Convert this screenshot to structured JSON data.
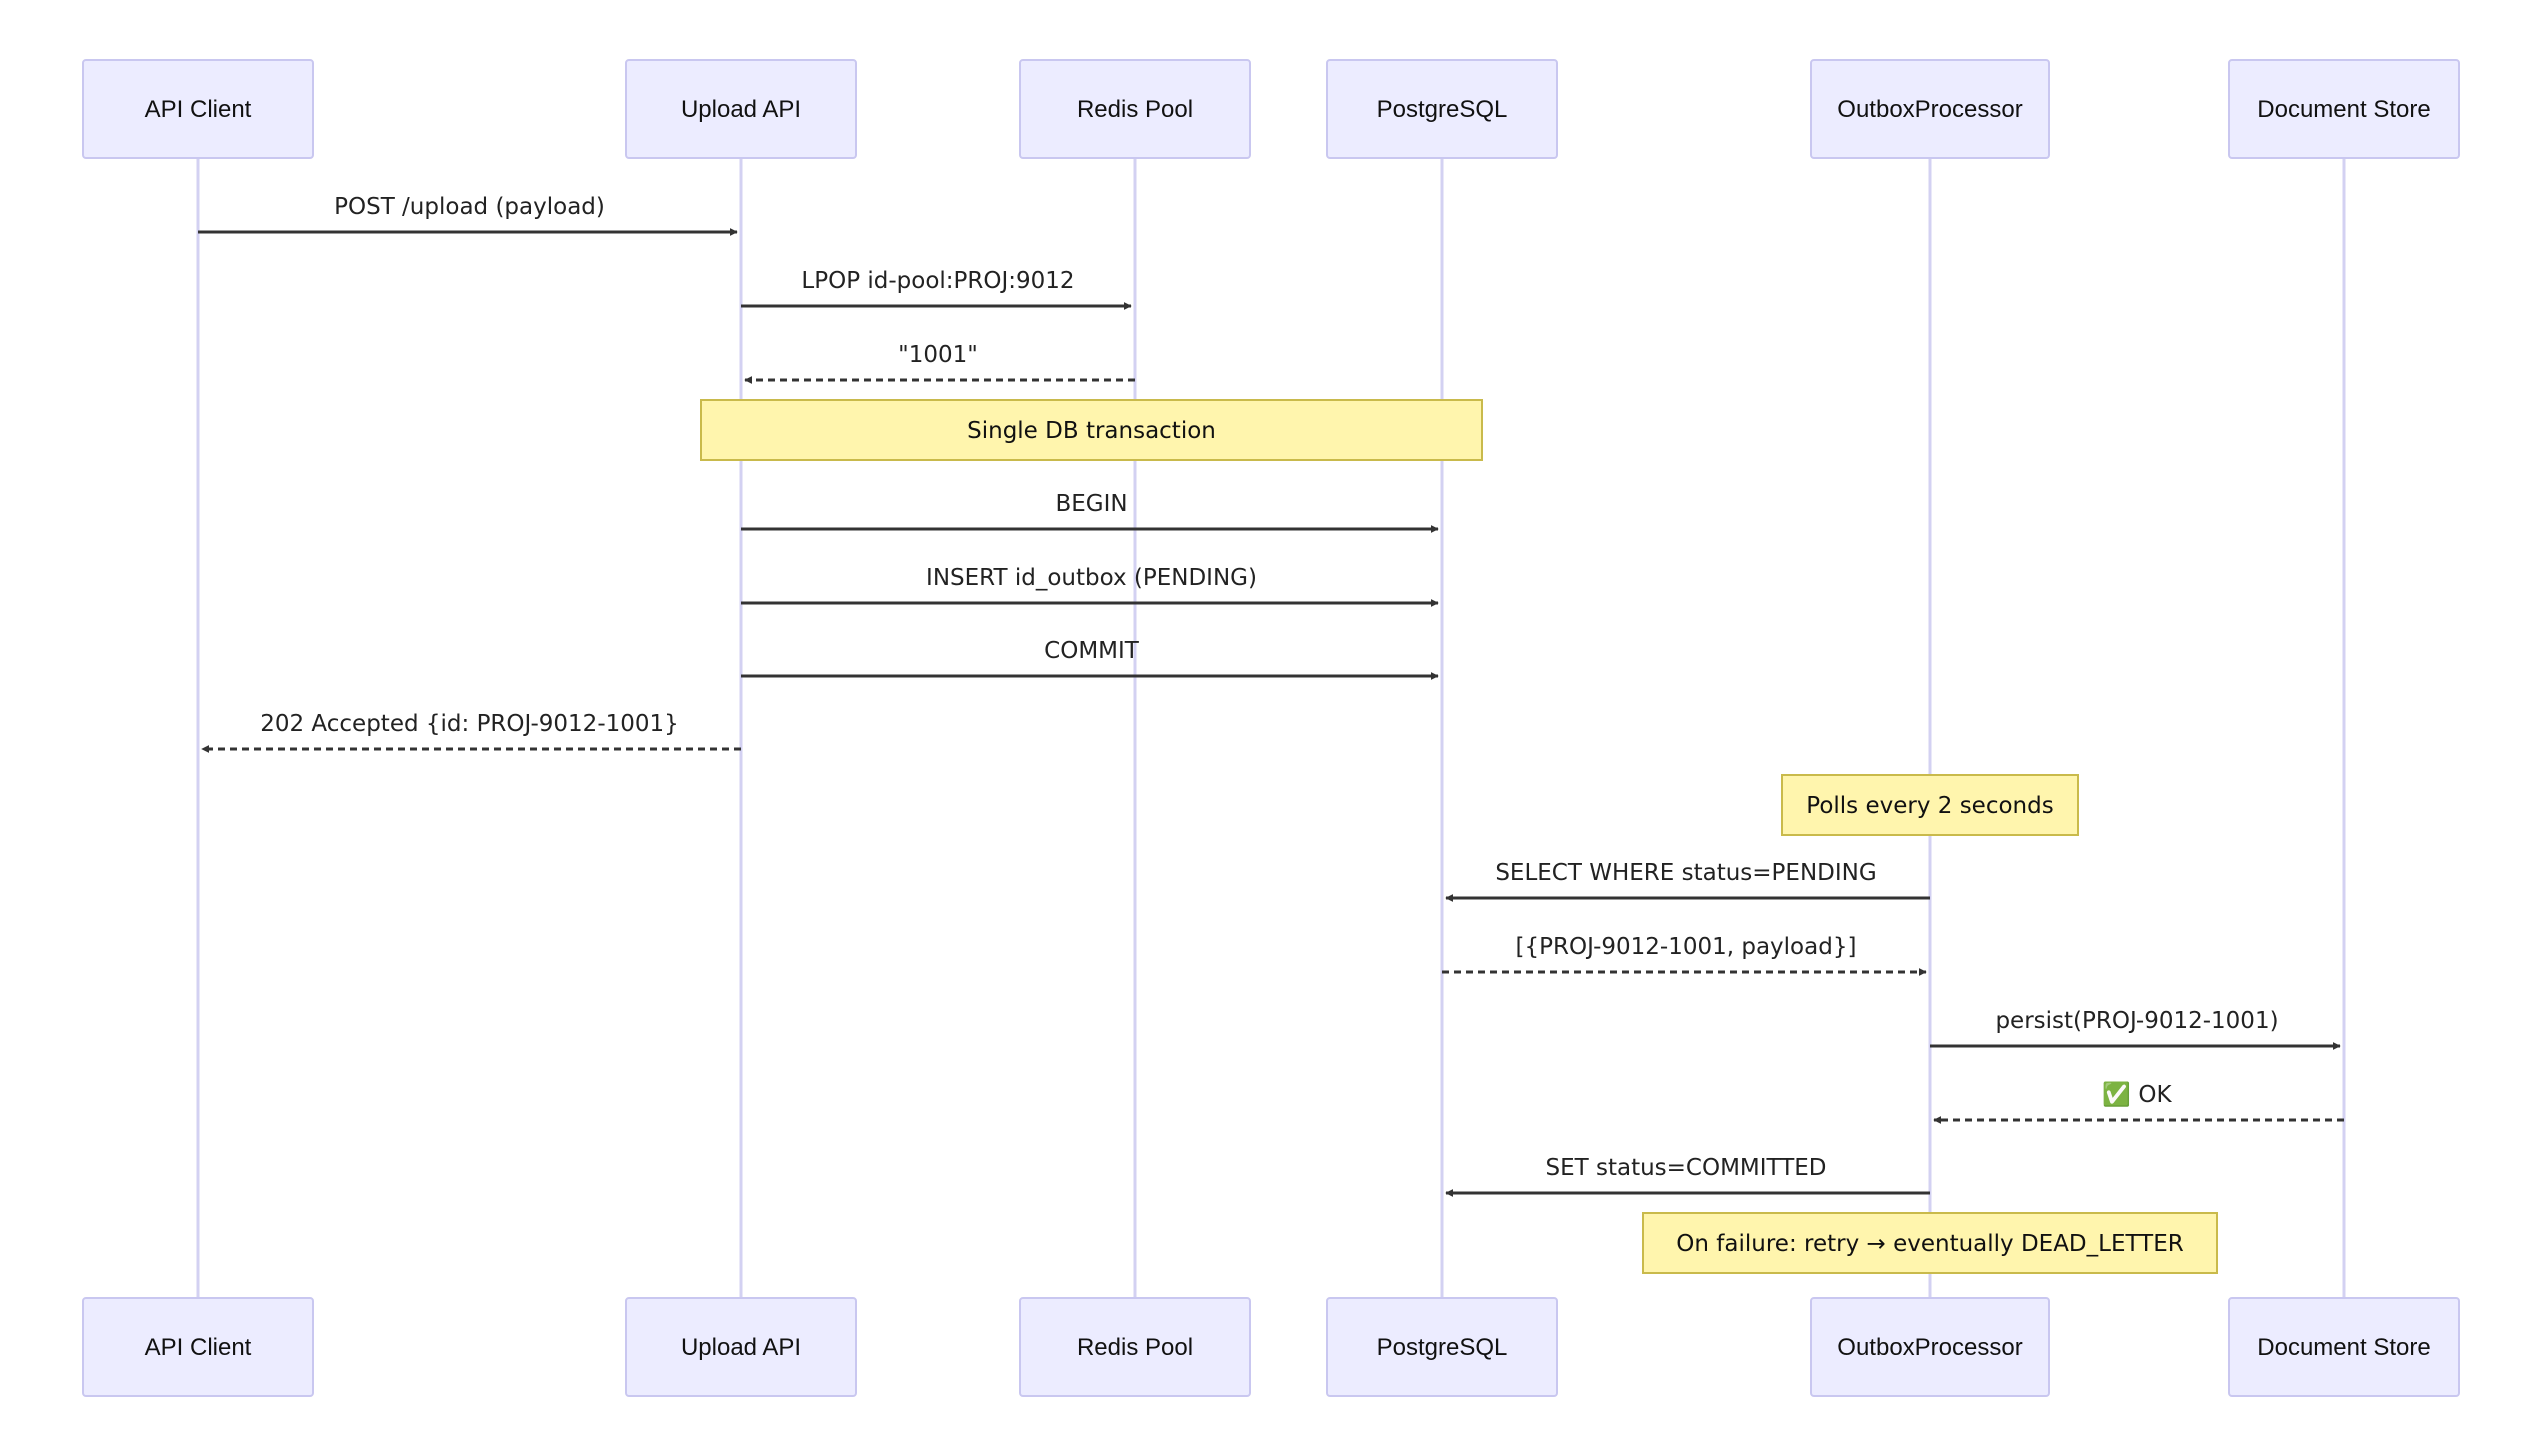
{
  "diagram": {
    "type": "sequence",
    "participants": [
      {
        "id": "client",
        "label": "API Client"
      },
      {
        "id": "api",
        "label": "Upload API"
      },
      {
        "id": "redis",
        "label": "Redis Pool"
      },
      {
        "id": "pg",
        "label": "PostgreSQL"
      },
      {
        "id": "outbox",
        "label": "OutboxProcessor"
      },
      {
        "id": "store",
        "label": "Document Store"
      }
    ],
    "steps": [
      {
        "kind": "message",
        "from": "client",
        "to": "api",
        "label": "POST /upload (payload)",
        "style": "solid"
      },
      {
        "kind": "message",
        "from": "api",
        "to": "redis",
        "label": "LPOP id-pool:PROJ:9012",
        "style": "solid"
      },
      {
        "kind": "message",
        "from": "redis",
        "to": "api",
        "label": "\"1001\"",
        "style": "dashed"
      },
      {
        "kind": "note",
        "over": [
          "api",
          "pg"
        ],
        "label": "Single DB transaction"
      },
      {
        "kind": "message",
        "from": "api",
        "to": "pg",
        "label": "BEGIN",
        "style": "solid"
      },
      {
        "kind": "message",
        "from": "api",
        "to": "pg",
        "label": "INSERT id_outbox (PENDING)",
        "style": "solid"
      },
      {
        "kind": "message",
        "from": "api",
        "to": "pg",
        "label": "COMMIT",
        "style": "solid"
      },
      {
        "kind": "message",
        "from": "api",
        "to": "client",
        "label": "202 Accepted {id: PROJ-9012-1001}",
        "style": "dashed"
      },
      {
        "kind": "note",
        "over": [
          "outbox"
        ],
        "label": "Polls every 2 seconds"
      },
      {
        "kind": "message",
        "from": "outbox",
        "to": "pg",
        "label": "SELECT WHERE status=PENDING",
        "style": "solid"
      },
      {
        "kind": "message",
        "from": "pg",
        "to": "outbox",
        "label": "[{PROJ-9012-1001, payload}]",
        "style": "dashed"
      },
      {
        "kind": "message",
        "from": "outbox",
        "to": "store",
        "label": "persist(PROJ-9012-1001)",
        "style": "solid"
      },
      {
        "kind": "message",
        "from": "store",
        "to": "outbox",
        "label": "✅ OK",
        "style": "dashed"
      },
      {
        "kind": "message",
        "from": "outbox",
        "to": "pg",
        "label": "SET status=COMMITTED",
        "style": "solid"
      },
      {
        "kind": "note",
        "over": [
          "outbox"
        ],
        "label": "On failure: retry → eventually DEAD_LETTER"
      }
    ]
  }
}
